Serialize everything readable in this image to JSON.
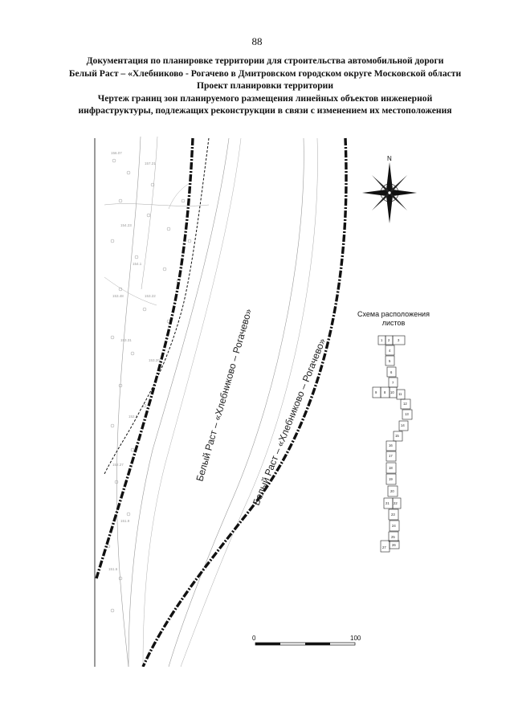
{
  "page_number": "88",
  "title_lines": [
    "Документация по планировке территории для строительства автомобильной дороги",
    "Белый Раст – «Хлебниково - Рогачево в Дмитровском городском округе Московской области",
    "Проект планировки территории",
    "Чертеж границ зон планируемого размещения линейных объектов инженерной",
    "инфраструктуры, подлежащих реконструкции в связи с изменением их местоположения"
  ],
  "road_label_1": "Белый Раст – «Хлебниково – Рогачево»",
  "road_label_2": "Белый Раст – «Хлебниково – Рогачево»",
  "north_label": "N",
  "scheme": {
    "title_line1": "Схема расположения",
    "title_line2": "листов",
    "sheets": [
      "1",
      "2",
      "3",
      "4",
      "5",
      "6",
      "7",
      "8",
      "9",
      "10",
      "11",
      "12",
      "13",
      "14",
      "15",
      "16",
      "17",
      "18",
      "19",
      "20",
      "21",
      "22",
      "23",
      "24",
      "25",
      "26",
      "27"
    ]
  },
  "scale": {
    "start": "0",
    "end": "100"
  }
}
